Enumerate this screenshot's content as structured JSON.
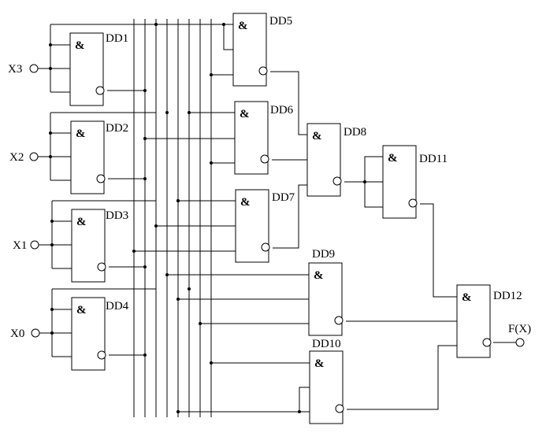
{
  "gates": [
    {
      "id": "DD1",
      "label": "DD1",
      "symbol": "&"
    },
    {
      "id": "DD2",
      "label": "DD2",
      "symbol": "&"
    },
    {
      "id": "DD3",
      "label": "DD3",
      "symbol": "&"
    },
    {
      "id": "DD4",
      "label": "DD4",
      "symbol": "&"
    },
    {
      "id": "DD5",
      "label": "DD5",
      "symbol": "&"
    },
    {
      "id": "DD6",
      "label": "DD6",
      "symbol": "&"
    },
    {
      "id": "DD7",
      "label": "DD7",
      "symbol": "&"
    },
    {
      "id": "DD8",
      "label": "DD8",
      "symbol": "&"
    },
    {
      "id": "DD9",
      "label": "DD9",
      "symbol": "&"
    },
    {
      "id": "DD10",
      "label": "DD10",
      "symbol": "&"
    },
    {
      "id": "DD11",
      "label": "DD11",
      "symbol": "&"
    },
    {
      "id": "DD12",
      "label": "DD12",
      "symbol": "&"
    }
  ],
  "inputs": [
    {
      "id": "X3",
      "label": "X3"
    },
    {
      "id": "X2",
      "label": "X2"
    },
    {
      "id": "X1",
      "label": "X1"
    },
    {
      "id": "X0",
      "label": "X0"
    }
  ],
  "output": {
    "id": "F",
    "label": "F(X)"
  }
}
